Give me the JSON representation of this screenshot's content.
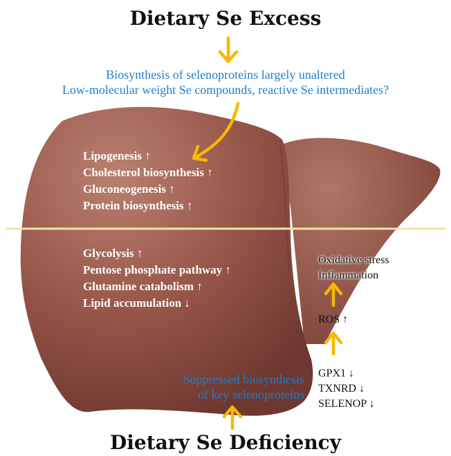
{
  "top_title": "Dietary Se Excess",
  "bottom_title": "Dietary Se Deficiency",
  "excess_notes": [
    "Biosynthesis of selenoproteins largely unaltered",
    "Low-molecular weight Se compounds, reactive Se intermediates?"
  ],
  "excess_effects": [
    {
      "label": "Lipogenesis",
      "direction": "up"
    },
    {
      "label": "Cholesterol biosynthesis",
      "direction": "up"
    },
    {
      "label": "Gluconeogenesis",
      "direction": "up"
    },
    {
      "label": "Protein biosynthesis",
      "direction": "up"
    }
  ],
  "deficiency_effects": [
    {
      "label": "Glycolysis",
      "direction": "up"
    },
    {
      "label": "Pentose phosphate pathway",
      "direction": "up"
    },
    {
      "label": "Glutamine catabolism",
      "direction": "up"
    },
    {
      "label": "Lipid accumulation",
      "direction": "down"
    }
  ],
  "deficiency_note": [
    "Suppressed biosynthesis",
    "of key selenoproteins"
  ],
  "selenoproteins": [
    {
      "label": "GPX1",
      "direction": "down"
    },
    {
      "label": "TXNRD",
      "direction": "down"
    },
    {
      "label": "SELENOP",
      "direction": "down"
    }
  ],
  "ros": {
    "label": "ROS",
    "direction": "up"
  },
  "outcomes": [
    "Oxidative stress",
    "Inflammation"
  ],
  "colors": {
    "liver": "#8a4a40",
    "liver_light": "#b87a6c",
    "arrow": "#f6b800",
    "divider": "#f3e6a6",
    "note_text": "#1f7fc9"
  }
}
